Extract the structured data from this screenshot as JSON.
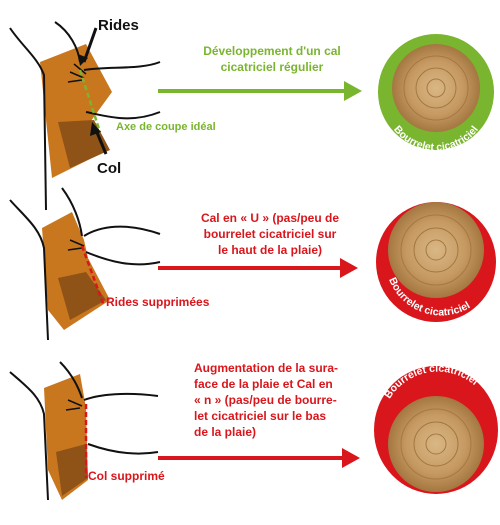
{
  "colors": {
    "wood": "#c8771f",
    "bark_dark": "#8f5318",
    "green": "#7ab52f",
    "red": "#d9161c",
    "black": "#111111",
    "callus_text": "#ffffff"
  },
  "panels": [
    {
      "labels": {
        "top_marker": "Rides",
        "cut_axis": "Axe de coupe idéal",
        "bottom_marker": "Col"
      },
      "caption": [
        "Développement d'un cal",
        "cicatriciel  régulier"
      ],
      "callus_label": "Bourrelet cicatriciel"
    },
    {
      "labels": {
        "cut_note": "Rides supprimées"
      },
      "caption": [
        "Cal en « U » (pas/peu de",
        "bourrelet cicatriciel sur",
        "le haut de la plaie)"
      ],
      "callus_label": "Bourrelet cicatriciel"
    },
    {
      "labels": {
        "cut_note": "Col supprimé"
      },
      "caption": [
        "Augmentation de la sura-",
        "face de la plaie et Cal en",
        "« n » (pas/peu de bourre-",
        "let cicatriciel sur le bas",
        "de la plaie)"
      ],
      "callus_label": "Bourrelet cicatriciel"
    }
  ]
}
